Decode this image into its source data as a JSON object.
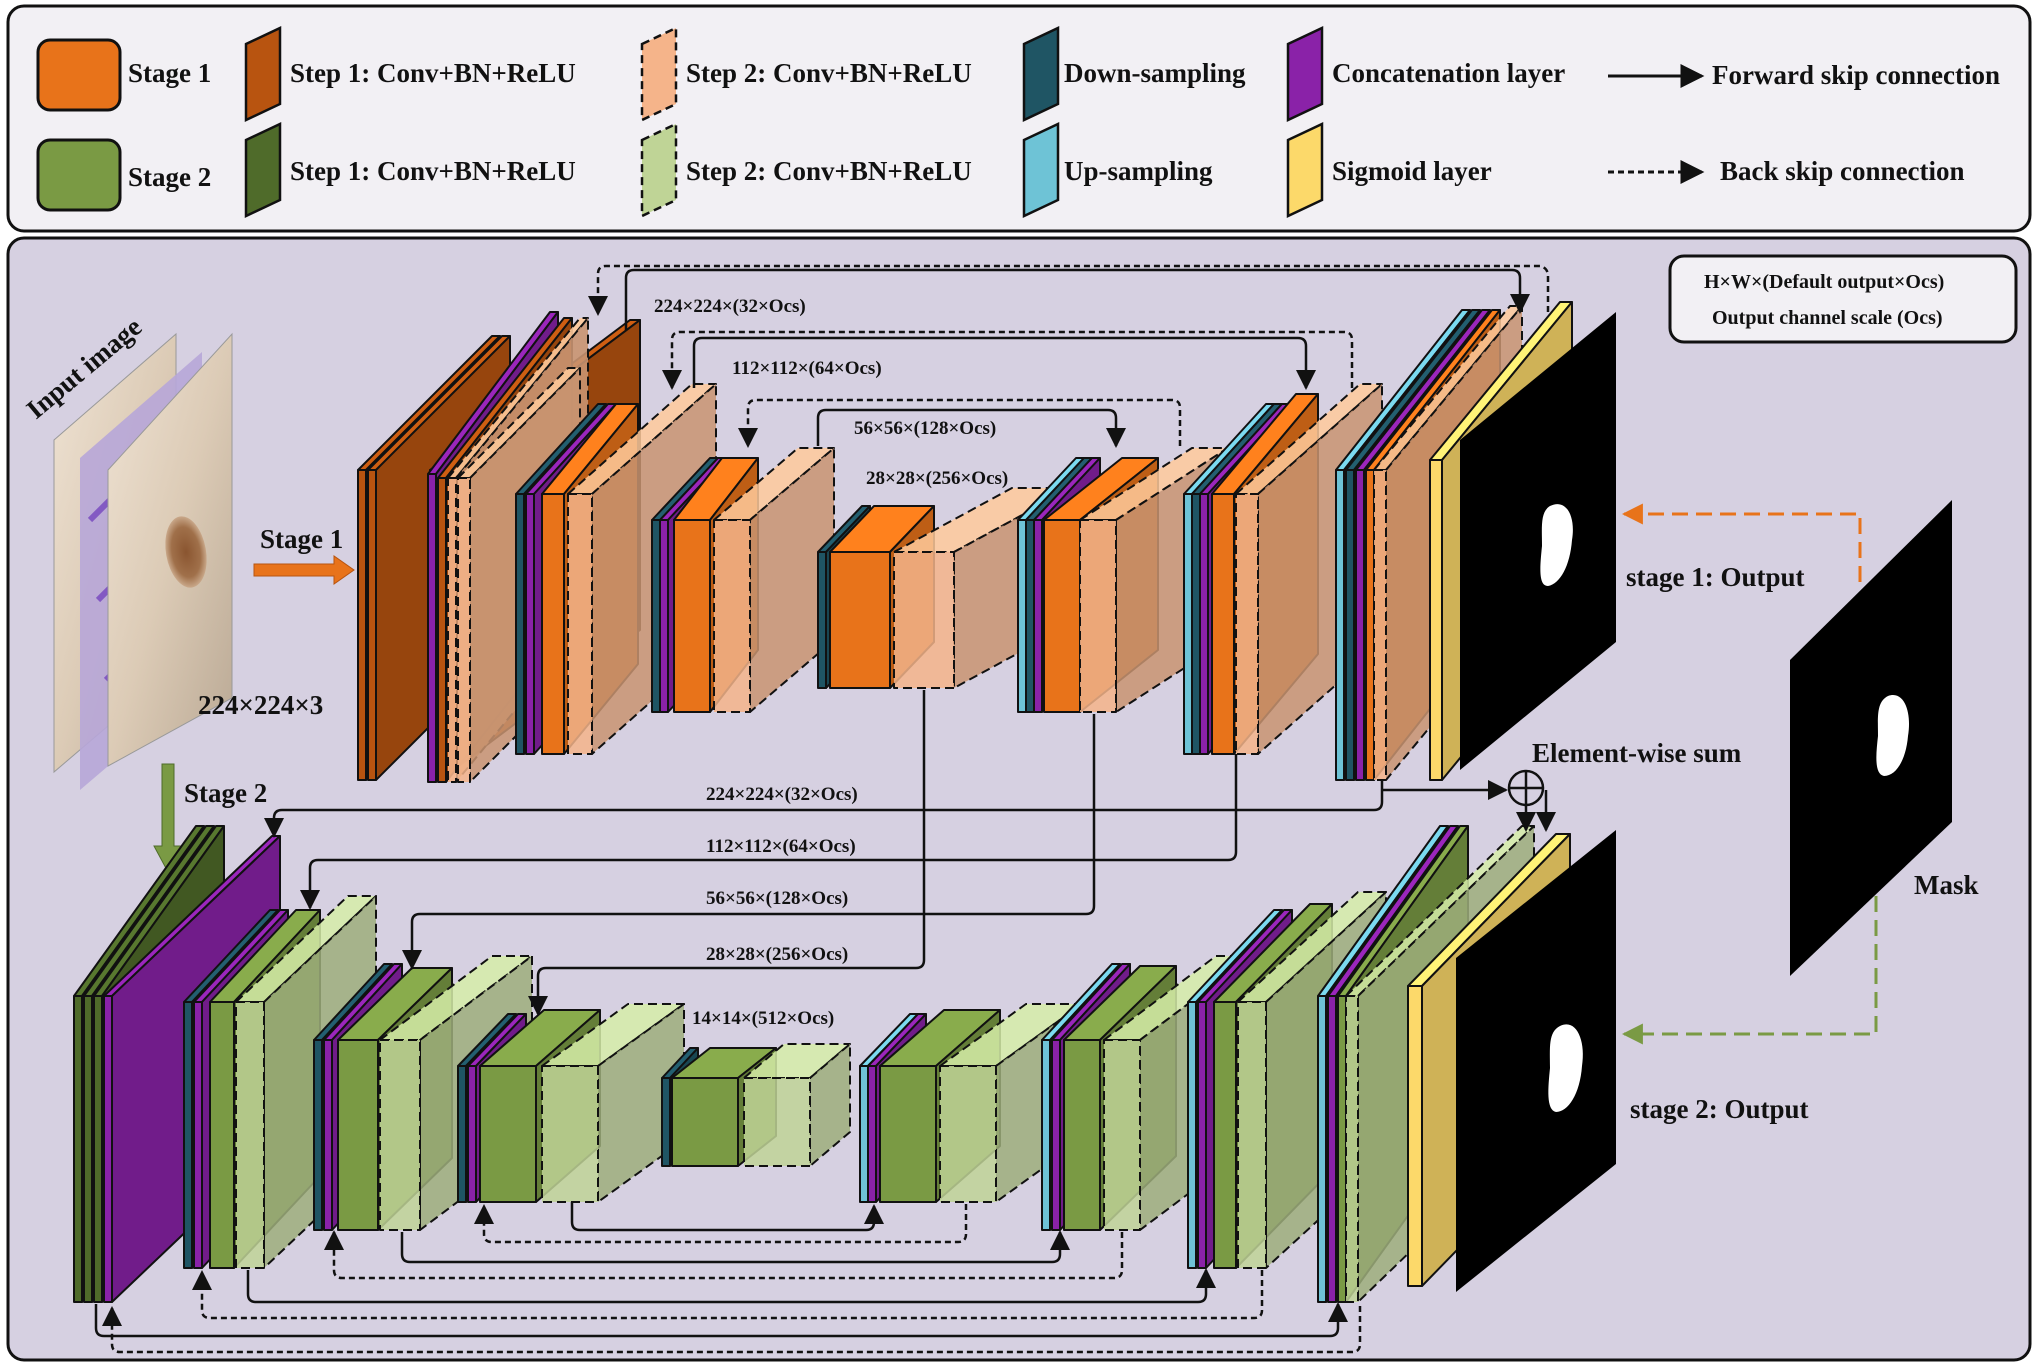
{
  "legend": {
    "stage1": "Stage 1",
    "stage2": "Stage 2",
    "s1_step1": "Step 1: Conv+BN+ReLU",
    "s1_step2": "Step 2: Conv+BN+ReLU",
    "s2_step1": "Step 1: Conv+BN+ReLU",
    "s2_step2": "Step 2: Conv+BN+ReLU",
    "down": "Down-sampling",
    "up": "Up-sampling",
    "concat": "Concatenation layer",
    "sigmoid": "Sigmoid layer",
    "forward": "Forward skip connection",
    "back": "Back skip connection"
  },
  "labels": {
    "input_image": "Input image",
    "input_size": "224×224×3",
    "stage1_arrow": "Stage 1",
    "stage2_arrow": "Stage 2",
    "dims_s1": [
      "224×224×(32×Ocs)",
      "112×112×(64×Ocs)",
      "56×56×(128×Ocs)",
      "28×28×(256×Ocs)"
    ],
    "dims_s2": [
      "224×224×(32×Ocs)",
      "112×112×(64×Ocs)",
      "56×56×(128×Ocs)",
      "28×28×(256×Ocs)"
    ],
    "bottleneck_s2": "14×14×(512×Ocs)",
    "element_wise_sum": "Element-wise sum",
    "stage1_output": "stage 1: Output",
    "stage2_output": "stage 2: Output",
    "mask": "Mask",
    "scale_line1": "H×W×(Default output×Ocs)",
    "scale_line2": "Output channel scale (Ocs)"
  },
  "colors": {
    "stage1": "#e8731a",
    "stage1_dark": "#b85410",
    "stage1_light": "#f5b48a",
    "stage2": "#7a9a44",
    "stage2_dark": "#4f6b2a",
    "stage2_light": "#bfd496",
    "down": "#1f5564",
    "up": "#6ec3d6",
    "concat": "#8a22a8",
    "sigmoid": "#fcd96a",
    "panel": "#d6d0e1",
    "legend_bg": "#f2f0f4",
    "forward_arrow": "#e8731a",
    "back_arrow": "#7a9a44"
  }
}
